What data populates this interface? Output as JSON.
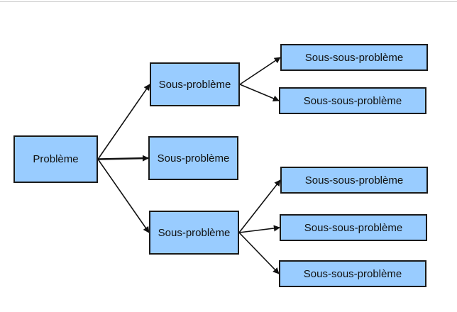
{
  "diagram": {
    "type": "tree",
    "fill_color": "#99ccff",
    "border_color": "#1a1a1a",
    "edge_color": "#111111",
    "nodes": {
      "root": "Problème",
      "sub1": "Sous-problème",
      "sub2": "Sous-problème",
      "sub3": "Sous-problème",
      "ss1": "Sous-sous-problème",
      "ss2": "Sous-sous-problème",
      "ss3": "Sous-sous-problème",
      "ss4": "Sous-sous-problème",
      "ss5": "Sous-sous-problème"
    },
    "edges": [
      [
        "root",
        "sub1"
      ],
      [
        "root",
        "sub2"
      ],
      [
        "root",
        "sub3"
      ],
      [
        "sub1",
        "ss1"
      ],
      [
        "sub1",
        "ss2"
      ],
      [
        "sub3",
        "ss3"
      ],
      [
        "sub3",
        "ss4"
      ],
      [
        "sub3",
        "ss5"
      ]
    ]
  }
}
